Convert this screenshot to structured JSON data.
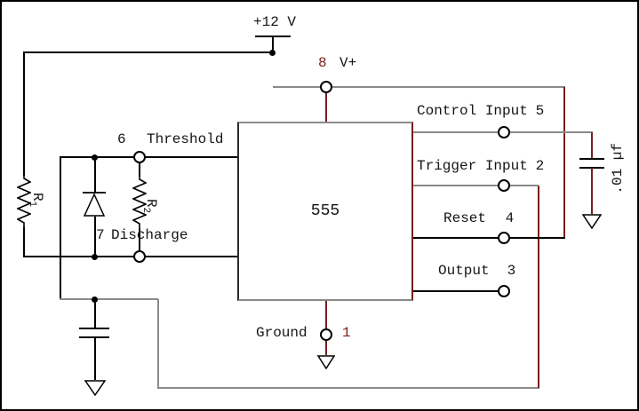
{
  "diagram": {
    "title_ic": "555",
    "supply_label": "+12 V",
    "cap_right_label": ".01 µf",
    "resistors": {
      "r1": {
        "base": "R",
        "sub": "1"
      },
      "r2": {
        "base": "R",
        "sub": "2"
      }
    },
    "pins": {
      "vplus": {
        "number": "8",
        "name": "V+"
      },
      "threshold": {
        "number": "6",
        "name": "Threshold"
      },
      "discharge": {
        "number": "7",
        "name": "Discharge"
      },
      "control": {
        "number": "5",
        "name": "Control Input"
      },
      "trigger": {
        "number": "2",
        "name": "Trigger Input"
      },
      "reset": {
        "number": "4",
        "name": "Reset"
      },
      "output": {
        "number": "3",
        "name": "Output"
      },
      "ground": {
        "number": "1",
        "name": "Ground"
      }
    },
    "colors": {
      "wire": "#000000",
      "bus": "#8a8a8a",
      "power": "#7b1d1d",
      "text": "#151515"
    }
  }
}
